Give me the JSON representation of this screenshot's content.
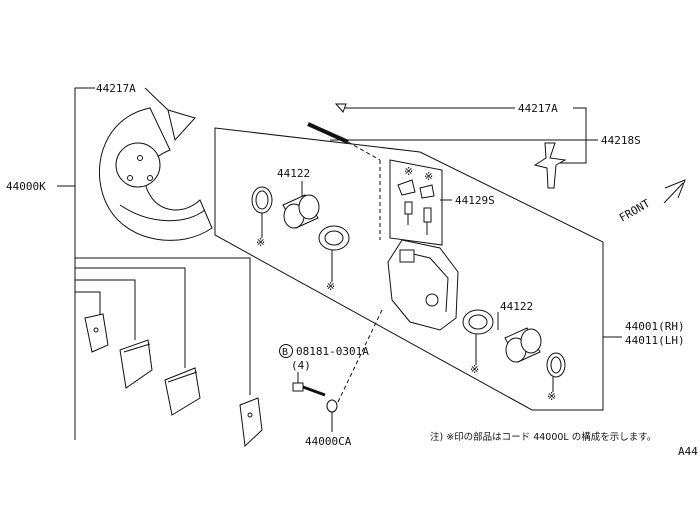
{
  "callouts": {
    "backing_plate": "44217A",
    "backing_plate_assy": "44000K",
    "pin_top": "44217A",
    "pin_spring": "44218S",
    "piston_upper": "44122",
    "bolt_kit": "44129S",
    "piston_lower": "44122",
    "caliper_rh": "44001(RH)",
    "caliper_lh": "44011(LH)",
    "bolt_circle_letter": "B",
    "bolt_part": "08181-0301A",
    "bolt_qty": "(4)",
    "washer": "44000CA",
    "corner_code": "A44"
  },
  "labels": {
    "front": "FRONT"
  },
  "note": "注) ※印の部品はコード 44000L の構成を示します。"
}
